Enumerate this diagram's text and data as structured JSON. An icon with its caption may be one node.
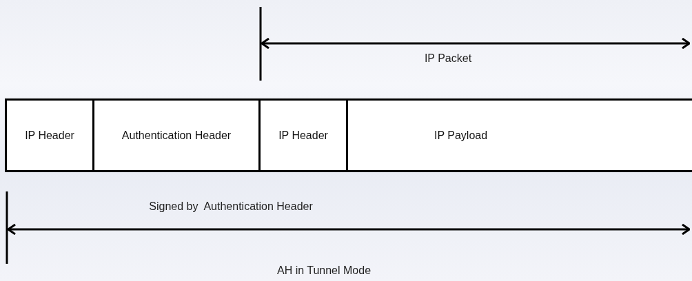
{
  "diagram": {
    "caption": "AH in Tunnel Mode",
    "nodes": [
      {
        "text": [
          "IP Header"
        ]
      },
      {
        "text": [
          "Authentication Header"
        ]
      },
      {
        "text": [
          "IP Header"
        ]
      },
      {
        "text": [
          "IP Payload"
        ]
      }
    ],
    "labels": [
      "IP Packet",
      "Signed by  Authentication Header"
    ]
  }
}
